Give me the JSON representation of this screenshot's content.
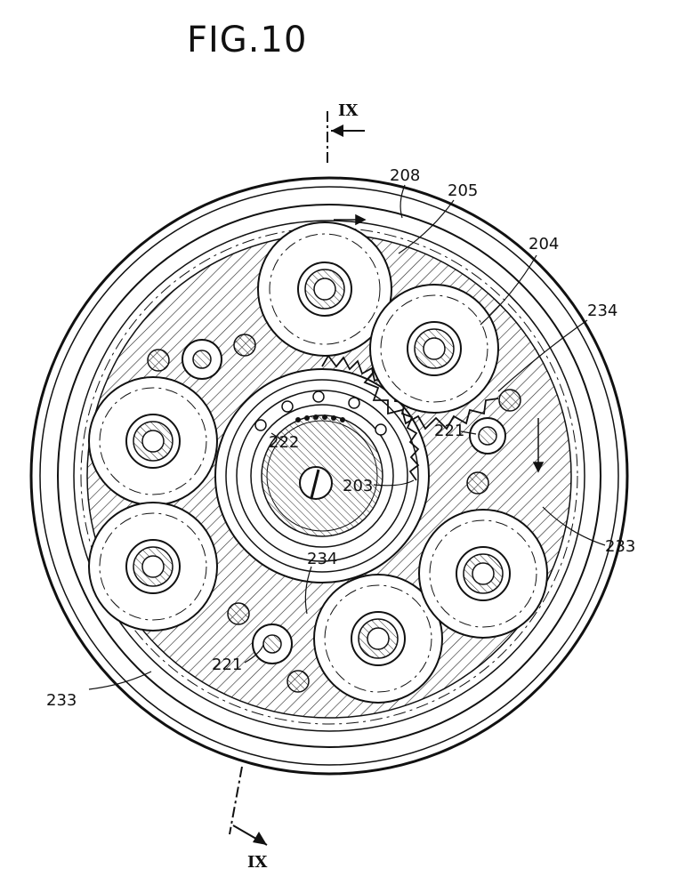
{
  "figure": {
    "title": "FIG.10",
    "section_marks": {
      "top": "IX",
      "bottom": "IX"
    }
  },
  "labels": {
    "l208": "208",
    "l205": "205",
    "l204": "204",
    "l234a": "234",
    "l221a": "221",
    "l222": "222",
    "l203": "203",
    "l233a": "233",
    "l234b": "234",
    "l221b": "221",
    "l233b": "233"
  },
  "colors": {
    "ink": "#111111",
    "paper": "#ffffff"
  }
}
